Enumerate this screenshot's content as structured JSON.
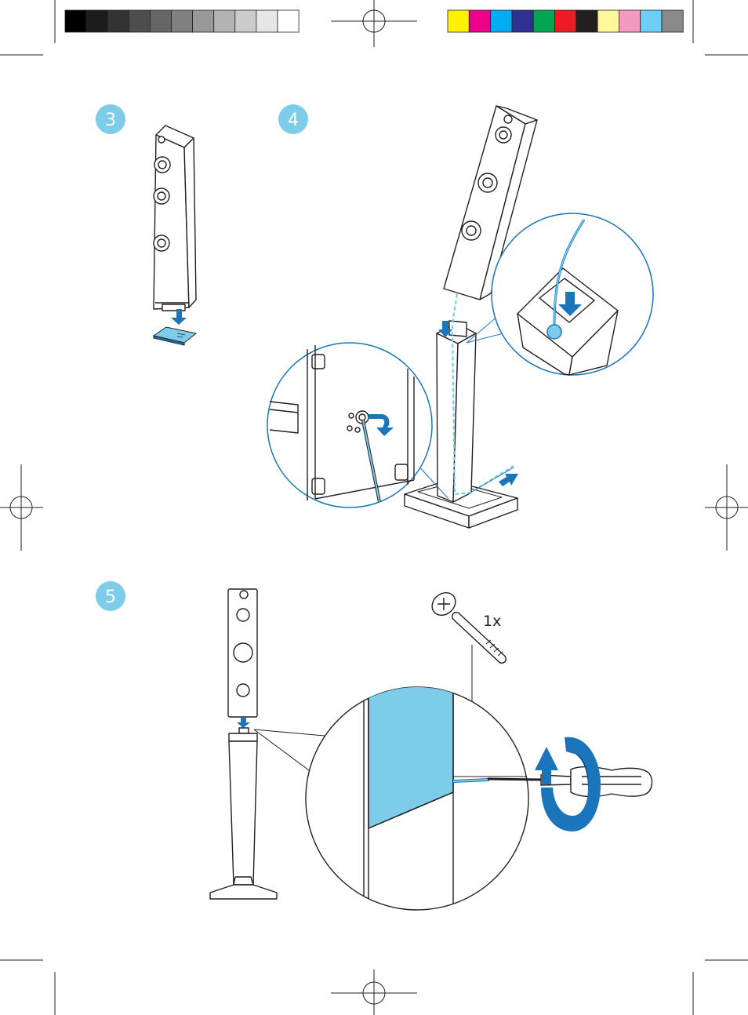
{
  "colors": {
    "accent_light": "#7dcdea",
    "accent_dark": "#1a75bb",
    "ink": "#231f20",
    "grayscale_bar": [
      "#000000",
      "#1c1c1c",
      "#333333",
      "#4d4d4d",
      "#666666",
      "#808080",
      "#999999",
      "#b3b3b3",
      "#cccccc",
      "#e6e6e6",
      "#ffffff"
    ],
    "color_bar": [
      "#fff200",
      "#ec008c",
      "#00aeef",
      "#2e3192",
      "#00a651",
      "#ed1c24",
      "#231f20",
      "#fff799",
      "#f49ac1",
      "#6dcff6",
      "#898989"
    ]
  },
  "steps": [
    {
      "number": "3"
    },
    {
      "number": "4"
    },
    {
      "number": "5"
    }
  ],
  "screw": {
    "quantity": "1x"
  },
  "icons": [
    "registration-mark-icon",
    "crop-mark-icon",
    "arrow-down-icon",
    "rotate-arrow-icon",
    "screwdriver-icon",
    "screw-icon"
  ]
}
